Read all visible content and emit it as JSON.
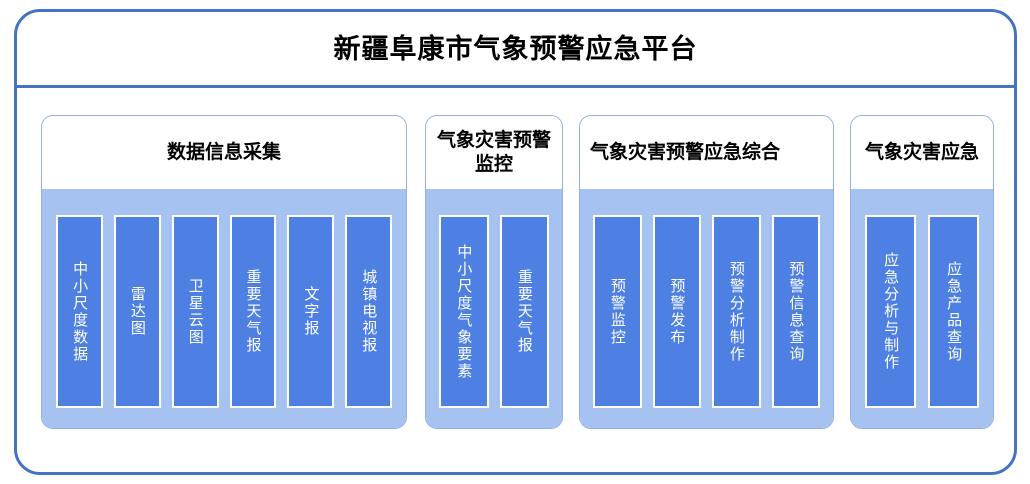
{
  "platform": {
    "title": "新疆阜康市气象预警应急平台",
    "border_color": "#4472C4",
    "divider_color": "#4472C4"
  },
  "theme": {
    "group_border": "#92B0E8",
    "group_body_fill": "#A6C2F0",
    "item_fill": "#4E80E3",
    "item_border": "#FFFFFF",
    "item_text": "#FFFFFF",
    "title_text": "#000000",
    "page_background": "#FFFFFF"
  },
  "groups": [
    {
      "id": "data-collection",
      "title": "数据信息采集",
      "title_align": "center",
      "items": [
        {
          "id": "mesoscale-microscale-data",
          "label": "中小尺度数据"
        },
        {
          "id": "radar-chart",
          "label": "雷达图"
        },
        {
          "id": "satellite-cloud-chart",
          "label": "卫星云图"
        },
        {
          "id": "important-weather-report",
          "label": "重要天气报"
        },
        {
          "id": "text-report",
          "label": "文字报"
        },
        {
          "id": "town-tv-report",
          "label": "城镇电视报"
        }
      ]
    },
    {
      "id": "disaster-warning-monitoring",
      "title": "气象灾害预警监控",
      "title_align": "center",
      "items": [
        {
          "id": "mesoscale-microscale-elements",
          "label": "中小尺度气象要素"
        },
        {
          "id": "important-weather-report",
          "label": "重要天气报"
        }
      ]
    },
    {
      "id": "warning-emergency-integrated",
      "title": "气象灾害预警应急综合",
      "title_align": "left",
      "items": [
        {
          "id": "warning-monitoring",
          "label": "预警监控"
        },
        {
          "id": "warning-release",
          "label": "预警发布"
        },
        {
          "id": "warning-analysis-production",
          "label": "预警分析制作"
        },
        {
          "id": "warning-info-query",
          "label": "预警信息查询"
        }
      ]
    },
    {
      "id": "disaster-emergency",
      "title": "气象灾害应急",
      "title_align": "center",
      "items": [
        {
          "id": "emergency-analysis-production",
          "label": "应急分析与制作"
        },
        {
          "id": "emergency-product-query",
          "label": "应急产品查询"
        }
      ]
    }
  ]
}
